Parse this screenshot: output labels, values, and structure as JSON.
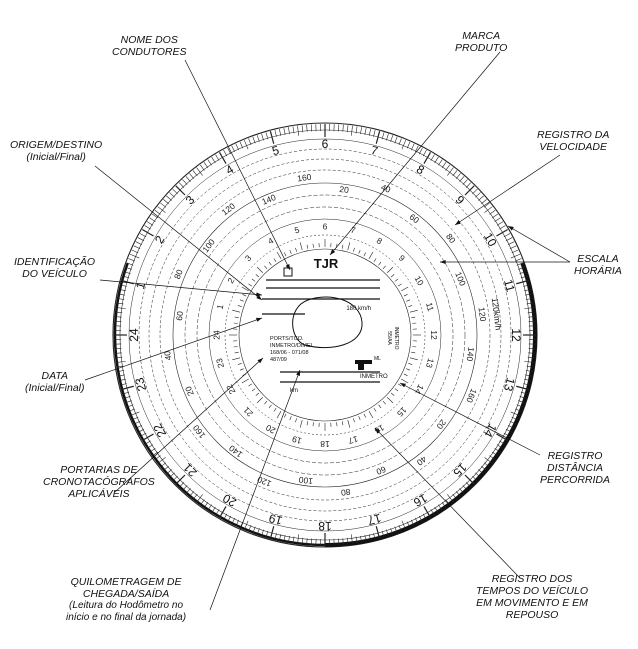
{
  "labels": {
    "nome_condutores": [
      "NOME DOS",
      "CONDUTORES"
    ],
    "marca_produto": [
      "MARCA",
      "PRODUTO"
    ],
    "origem_destino": [
      "ORIGEM/DESTINO",
      "(Inicial/Final)"
    ],
    "registro_velocidade": [
      "REGISTRO DA",
      "VELOCIDADE"
    ],
    "escala_horaria": [
      "ESCALA",
      "HORÁRIA"
    ],
    "identificacao_veiculo": [
      "IDENTIFICAÇÃO",
      "DO VEÍCULO"
    ],
    "data": [
      "DATA",
      "(Inicial/Final)"
    ],
    "registro_distancia": [
      "REGISTRO",
      "DISTÂNCIA",
      "PERCORRIDA"
    ],
    "portarias": [
      "PORTARIAS DE",
      "CRONOTACÓGRAFOS",
      "APLICÁVEIS"
    ],
    "quilometragem": [
      "QUILOMETRAGEM DE",
      "CHEGADA/SAÍDA",
      "(Leitura do Hodômetro no",
      "início e no final da jornada)"
    ],
    "registro_tempos": [
      "REGISTRO DOS",
      "TEMPOS DO VEÍCULO",
      "EM MOVIMENTO E EM",
      "REPOUSO"
    ]
  },
  "disc": {
    "brand": "TJR",
    "speed_unit_label": "180 km/h",
    "speed_unit_ring": "120km/h",
    "doc_lines": [
      "PORTS/TCO.",
      "INMETRO/DIMEL",
      "168/06 - 071/08",
      "487/09"
    ],
    "inmetro": "INMETRO",
    "km_label": "km",
    "ml_label": "ML",
    "side_codes": [
      "55/AA",
      "INMETRO"
    ]
  }
}
